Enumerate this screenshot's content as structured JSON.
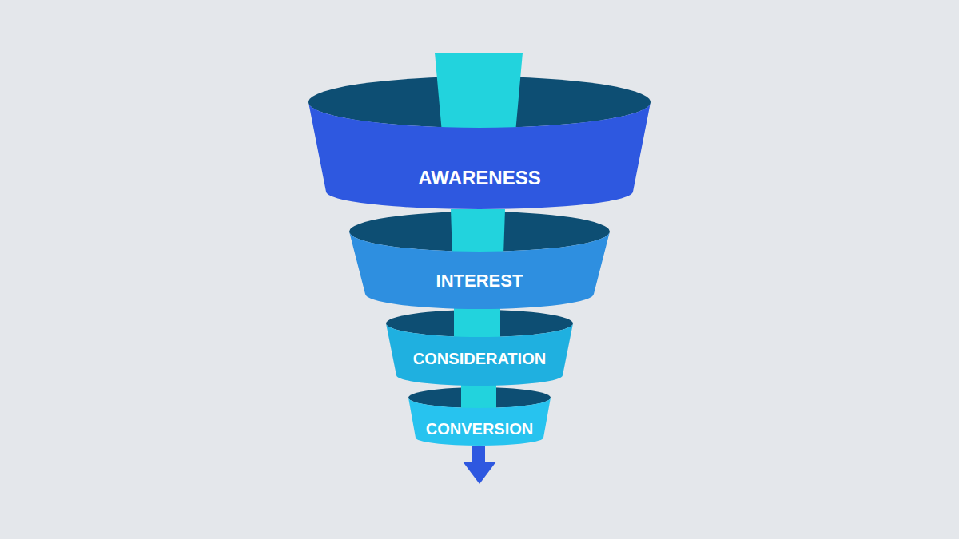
{
  "diagram": {
    "nodes": [
      {
        "text": [
          "AWARENESS"
        ]
      },
      {
        "text": [
          "INTEREST"
        ]
      },
      {
        "text": [
          "CONSIDERATION"
        ]
      },
      {
        "text": [
          "CONVERSION"
        ]
      }
    ]
  }
}
